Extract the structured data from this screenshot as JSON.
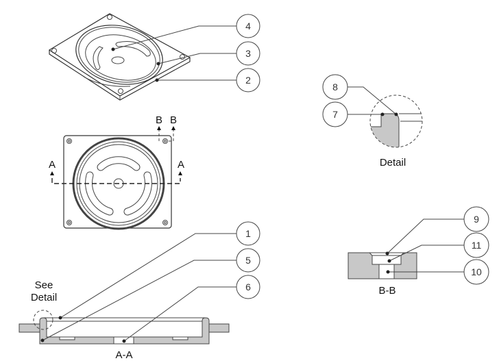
{
  "callouts": {
    "c1": "1",
    "c2": "2",
    "c3": "3",
    "c4": "4",
    "c5": "5",
    "c6": "6",
    "c7": "7",
    "c8": "8",
    "c9": "9",
    "c10": "10",
    "c11": "11"
  },
  "labels": {
    "section_a_left": "A",
    "section_a_right": "A",
    "section_b_left": "B",
    "section_b_right": "B",
    "see": "See",
    "detail_ref": "Detail",
    "section_aa": "A-A",
    "detail": "Detail",
    "section_bb": "B-B"
  },
  "colors": {
    "section_fill": "#c8c8c8",
    "line": "#444444"
  }
}
